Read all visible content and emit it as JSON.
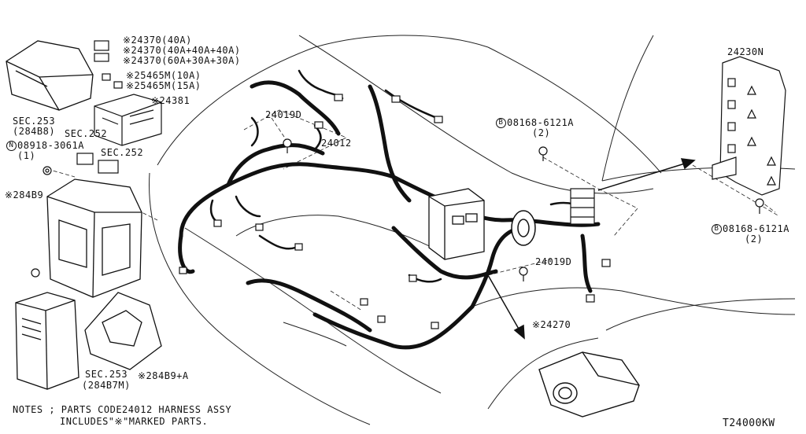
{
  "labels": {
    "l24370a": "※24370(40A)",
    "l24370b": "※24370(40A+40A+40A)",
    "l24370c": "※24370(60A+30A+30A)",
    "l25465a": "※25465M(10A)",
    "l25465b": "※25465M(15A)",
    "l24381": "※24381",
    "sec253a": "SEC.253",
    "sec253a_sub": "(284B8)",
    "sec252a": "SEC.252",
    "sec252b": "SEC.252",
    "n_mark": "N",
    "p08918": "08918-3061A",
    "p08918_qty": "(1)",
    "l284b9": "※284B9",
    "l24019d_a": "24019D",
    "l24012": "24012",
    "b_mark_a": "B",
    "p08168_a": "08168-6121A",
    "p08168_a_qty": "(2)",
    "l24230n": "24230N",
    "b_mark_b": "B",
    "p08168_b": "08168-6121A",
    "p08168_b_qty": "(2)",
    "l24019d_b": "24019D",
    "l24270": "※24270",
    "sec253b": "SEC.253",
    "sec253b_sub": "(284B7M)",
    "l284b9a": "※284B9+A",
    "notes1": "NOTES ; PARTS CODE24012 HARNESS ASSY",
    "notes2": "INCLUDES\"※\"MARKED PARTS.",
    "diagram_code": "T24000KW"
  }
}
